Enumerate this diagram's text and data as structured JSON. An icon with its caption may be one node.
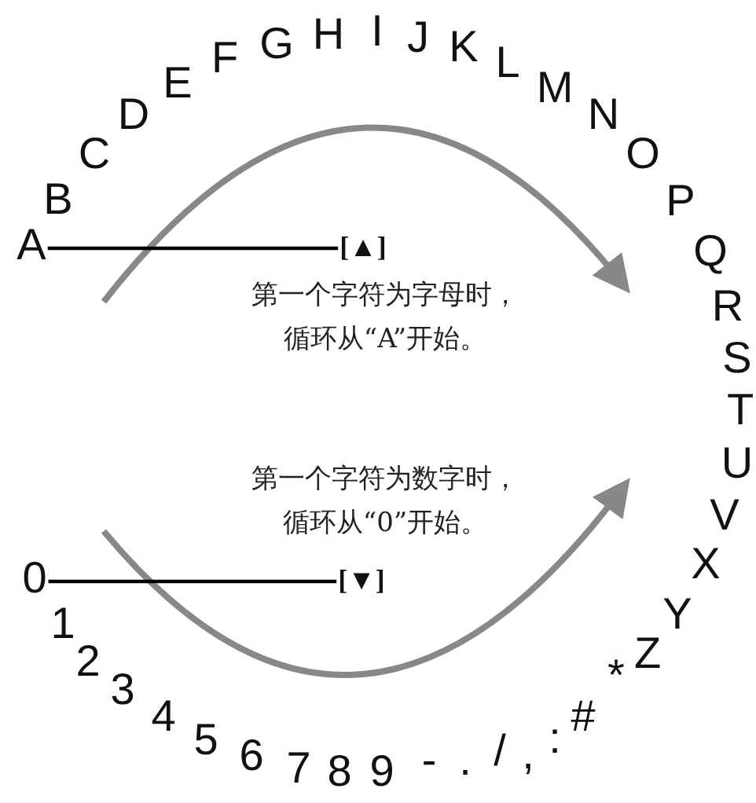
{
  "diagram": {
    "nodes": [
      {
        "text": [
          "A"
        ]
      },
      {
        "text": [
          "[▲]"
        ]
      },
      {
        "text": [
          "0"
        ]
      },
      {
        "text": [
          "[▼]"
        ]
      }
    ],
    "edges": [
      {
        "from": 0,
        "to": 1,
        "arrow": "none"
      },
      {
        "from": 2,
        "to": 3,
        "arrow": "none"
      }
    ],
    "labels": [
      "第一个字符为字母时，循环从“A”开始。",
      "第一个字符为数字时，循环从“0”开始。",
      "B",
      "C",
      "D",
      "E",
      "F",
      "G",
      "H",
      "I",
      "J",
      "K",
      "L",
      "M",
      "N",
      "O",
      "P",
      "Q",
      "R",
      "S",
      "T",
      "U",
      "V",
      "X",
      "Y",
      "Z",
      "*",
      "#",
      ":",
      ",",
      "/",
      ".",
      "-",
      "9",
      "8",
      "7",
      "6",
      "5",
      "4",
      "3",
      "2",
      "1"
    ]
  }
}
